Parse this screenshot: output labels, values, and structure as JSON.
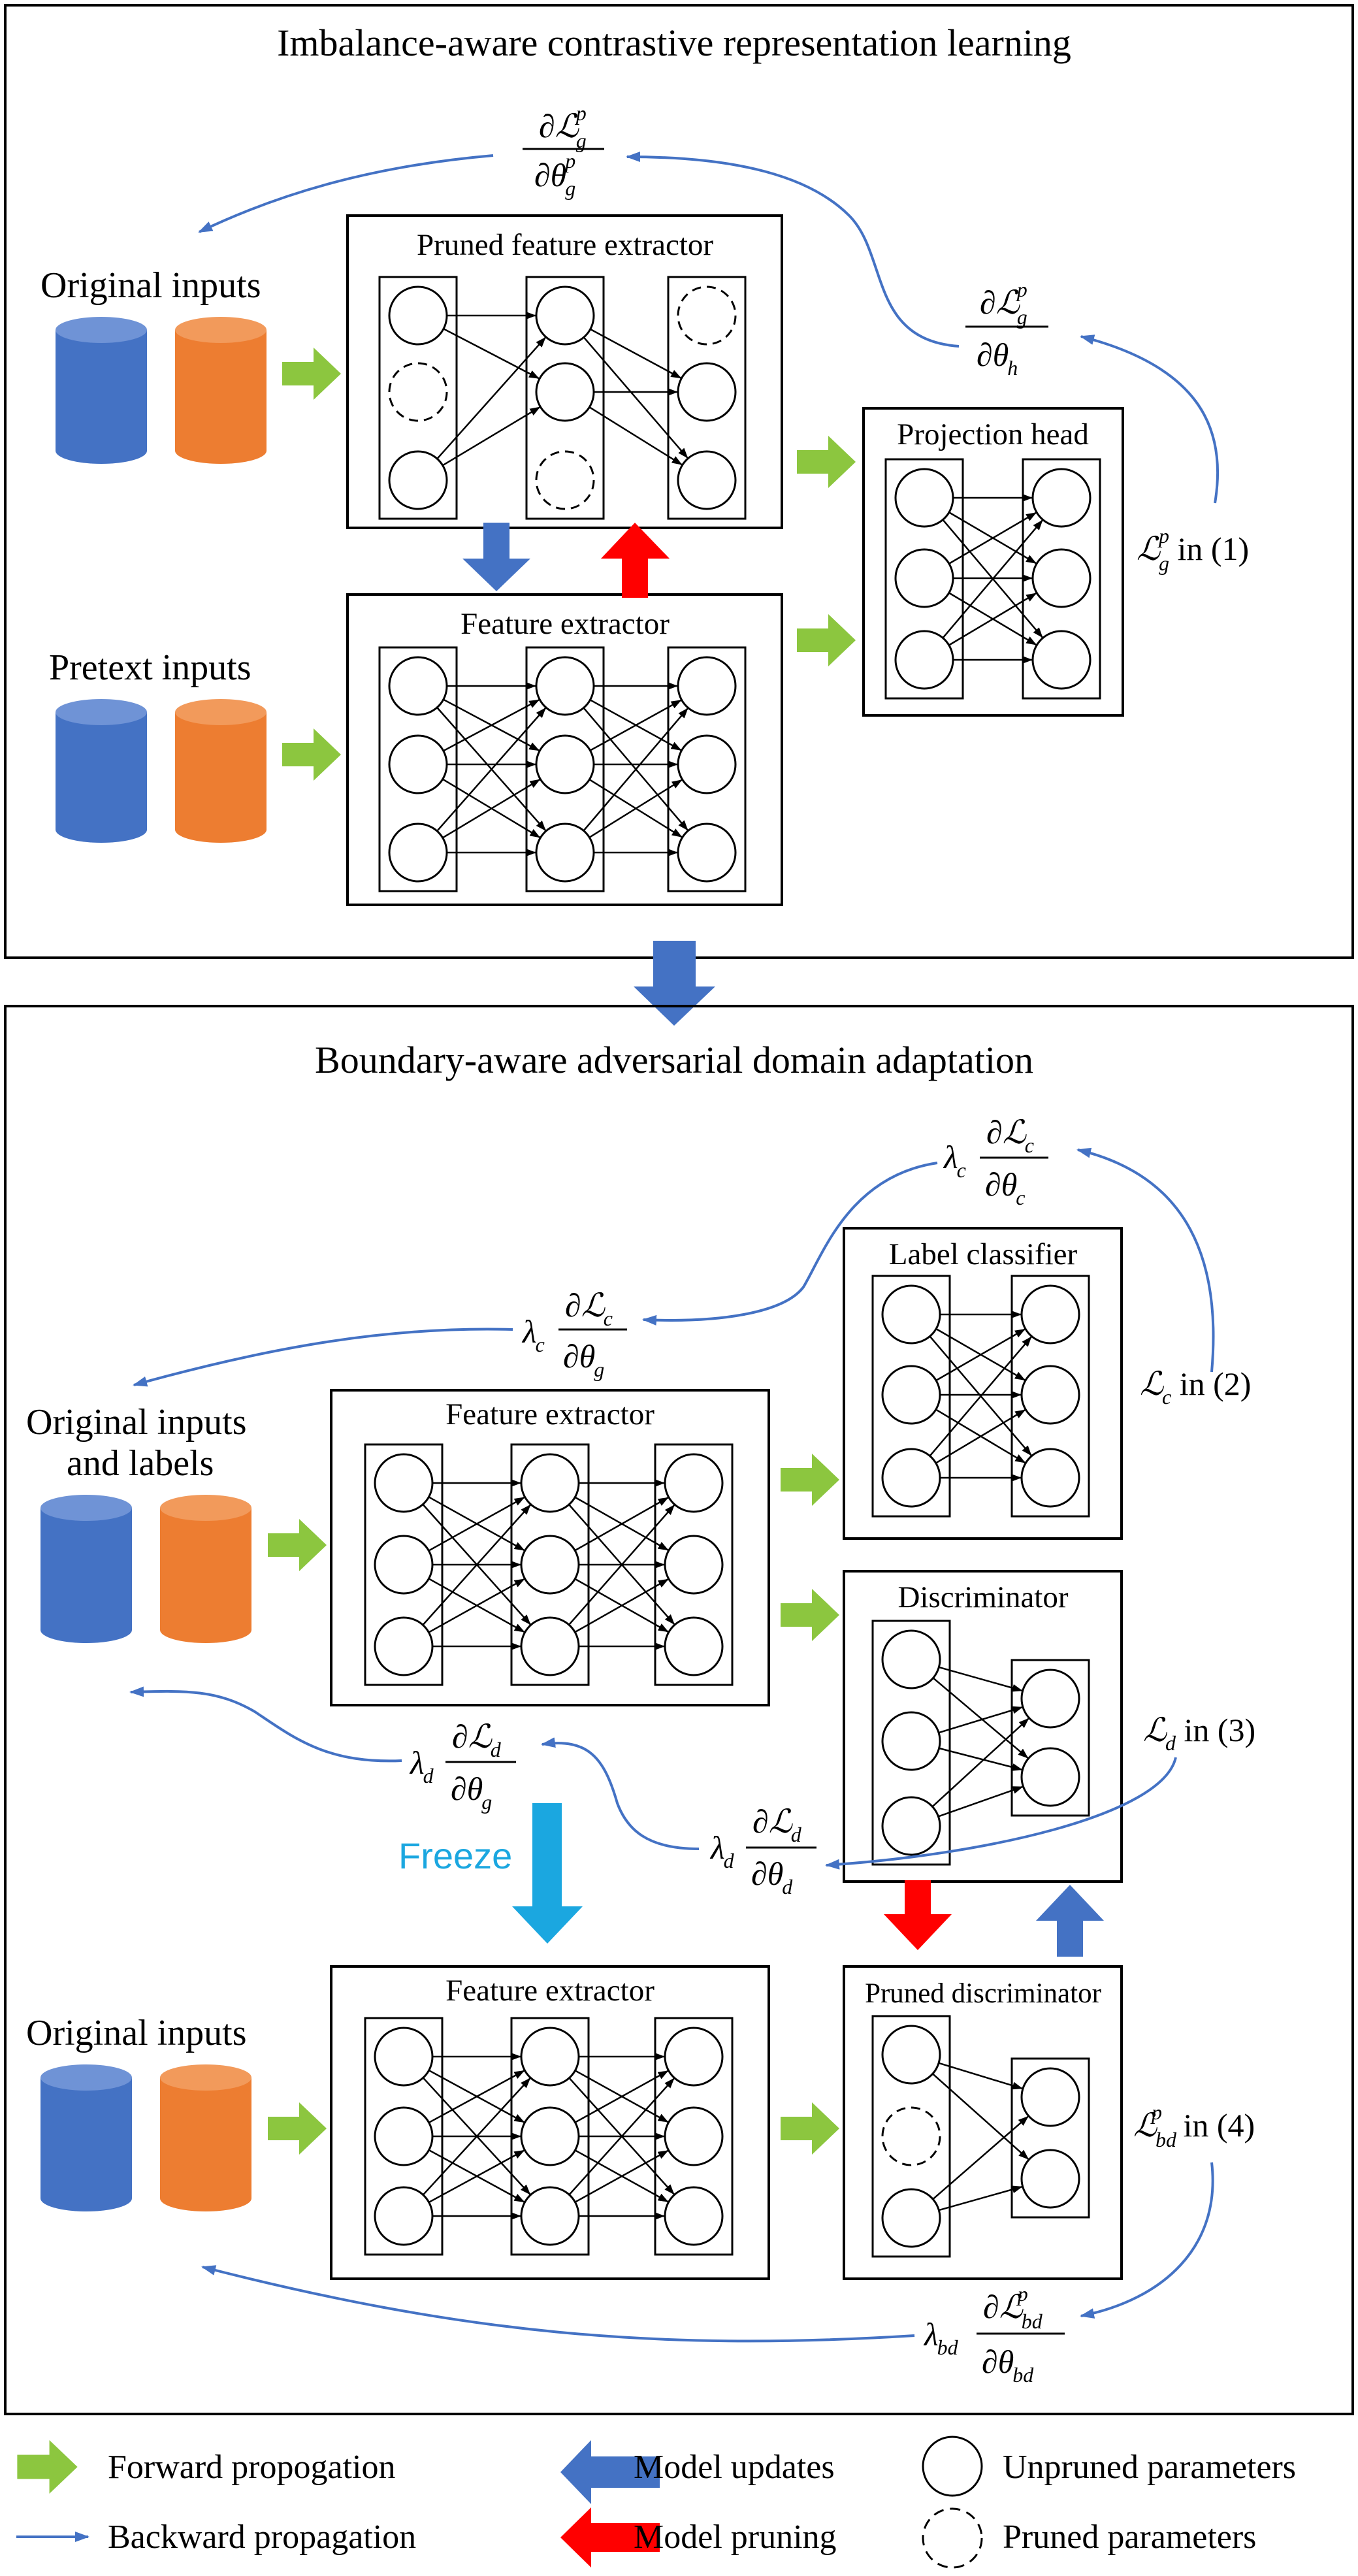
{
  "top_panel": {
    "title": "Imbalance-aware contrastive representation learning",
    "original_inputs_label": "Original inputs",
    "pretext_inputs_label": "Pretext inputs",
    "pruned_feature_extractor_title": "Pruned feature extractor",
    "feature_extractor_title": "Feature extractor",
    "projection_head_title": "Projection head",
    "grad_theta_g_num": "∂ℒ",
    "grad_theta_g_num_sub": "g",
    "grad_theta_g_num_sup": "p",
    "grad_theta_g_den": "∂θ",
    "grad_theta_g_den_sub": "g",
    "grad_theta_g_den_sup": "p",
    "grad_theta_h_num": "∂ℒ",
    "grad_theta_h_num_sub": "g",
    "grad_theta_h_num_sup": "p",
    "grad_theta_h_den": "∂θ",
    "grad_theta_h_den_sub": "h",
    "loss_label": "ℒ",
    "loss_sub": "g",
    "loss_sup": "p",
    "loss_ref": " in (1)"
  },
  "bottom_panel": {
    "title": "Boundary-aware adversarial domain adaptation",
    "original_inputs_labels_line1": "Original inputs",
    "original_inputs_labels_line2": "and labels",
    "original_inputs_label": "Original inputs",
    "feature_extractor_title": "Feature extractor",
    "feature_extractor_frozen_title": "Feature extractor",
    "label_classifier_title": "Label classifier",
    "discriminator_title": "Discriminator",
    "pruned_discriminator_title": "Pruned discriminator",
    "freeze_label": "Freeze",
    "lc_theta_c": {
      "coef": "λ",
      "coef_sub": "c",
      "num": "∂ℒ",
      "num_sub": "c",
      "den": "∂θ",
      "den_sub": "c"
    },
    "lc_theta_g": {
      "coef": "λ",
      "coef_sub": "c",
      "num": "∂ℒ",
      "num_sub": "c",
      "den": "∂θ",
      "den_sub": "g"
    },
    "ld_theta_g": {
      "coef": "λ",
      "coef_sub": "d",
      "num": "∂ℒ",
      "num_sub": "d",
      "den": "∂θ",
      "den_sub": "g"
    },
    "ld_theta_d": {
      "coef": "λ",
      "coef_sub": "d",
      "num": "∂ℒ",
      "num_sub": "d",
      "den": "∂θ",
      "den_sub": "d"
    },
    "lbd_theta_bd": {
      "coef": "λ",
      "coef_sub": "bd",
      "num": "∂ℒ",
      "num_sub": "bd",
      "num_sup": "p",
      "den": "∂θ",
      "den_sub": "bd"
    },
    "loss_c": {
      "sym": "ℒ",
      "sub": "c",
      "ref": " in (2)"
    },
    "loss_d": {
      "sym": "ℒ",
      "sub": "d",
      "ref": " in (3)"
    },
    "loss_bd": {
      "sym": "ℒ",
      "sub": "bd",
      "sup": "p",
      "ref": " in (4)"
    }
  },
  "legend": {
    "forward": "Forward propogation",
    "backward": "Backward propagation",
    "updates": "Model updates",
    "pruning": "Model pruning",
    "unpruned": "Unpruned parameters",
    "pruned": "Pruned parameters"
  },
  "colors": {
    "blue_cylinder": "#4472c4",
    "orange_cylinder": "#ed7d31",
    "green_arrow": "#8cc63f",
    "blue_arrow": "#4472c4",
    "red_arrow": "#ff0000",
    "freeze": "#1ba7e0",
    "backward_line": "#4472c4"
  }
}
